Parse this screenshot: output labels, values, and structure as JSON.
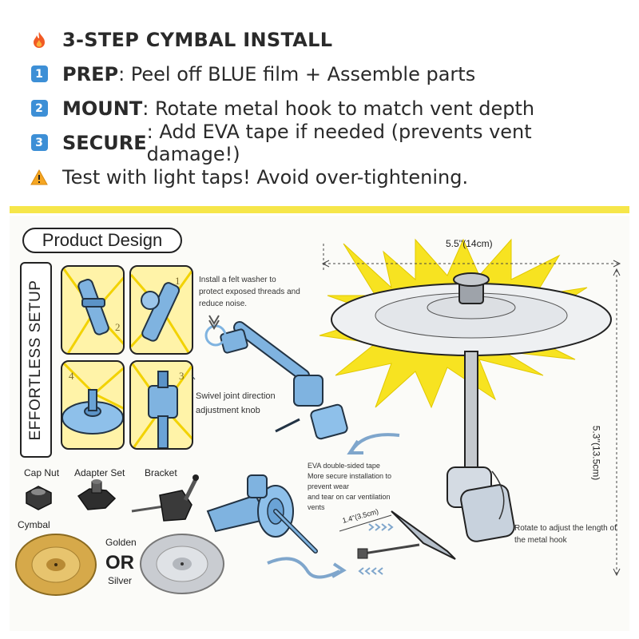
{
  "instructions": {
    "title": "3-STEP CYMBAL INSTALL",
    "title_icon": "fire-icon",
    "steps": [
      {
        "badge": "1",
        "keyword": "PREP",
        "text": ": Peel off BLUE film + Assemble parts"
      },
      {
        "badge": "2",
        "keyword": "MOUNT",
        "text": ": Rotate metal hook to match vent depth"
      },
      {
        "badge": "3",
        "keyword": "SECURE",
        "text": ": Add EVA tape if needed (prevents vent damage!)"
      }
    ],
    "warning_icon": "warning-icon",
    "warning": "Test with light taps! Avoid over-tightening."
  },
  "colors": {
    "accent_yellow": "#f6e64a",
    "badge_blue": "#3d8fd6",
    "part_blue": "#7fb3e0",
    "burst_yellow": "#f7e321",
    "gold": "#d6a94a",
    "silver": "#c9ccd1"
  },
  "diagram": {
    "heading": "Product Design",
    "side_label": "EFFORTLESS SETUP",
    "thumb_numbers": [
      "1",
      "2",
      "3",
      "4"
    ],
    "parts": {
      "cap_nut": "Cap Nut",
      "adapter_set": "Adapter Set",
      "bracket": "Bracket",
      "cymbal": "Cymbal",
      "golden": "Golden",
      "or": "OR",
      "silver": "Silver"
    },
    "notes": {
      "felt_washer": [
        "Install a felt washer to",
        "protect exposed threads and",
        "reduce noise."
      ],
      "swivel": [
        "Swivel joint direction",
        "adjustment knob"
      ],
      "eva": [
        "EVA double-sided tape",
        "More secure installation to",
        "prevent wear",
        "and tear on car ventilation",
        "vents"
      ],
      "rotate": [
        "Rotate to adjust the length of",
        "the metal hook"
      ]
    },
    "dimensions": {
      "width": "5.5''(14cm)",
      "height": "5.3''(13.5cm)",
      "hook": "1.4''(3.5cm)"
    }
  }
}
